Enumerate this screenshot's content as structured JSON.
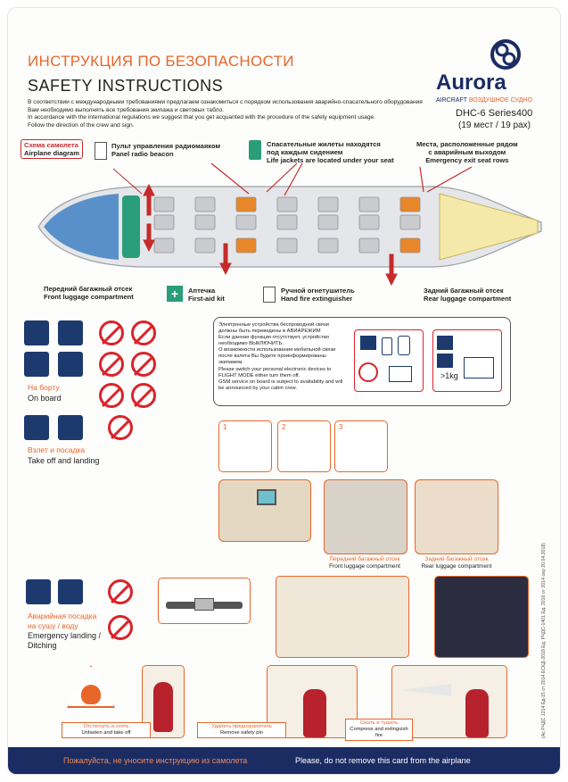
{
  "header": {
    "title_ru": "ИНСТРУКЦИЯ ПО БЕЗОПАСНОСТИ",
    "title_en": "SAFETY INSTRUCTIONS",
    "intro_ru_1": "В соответствии с международными требованиями предлагаем ознакомиться с порядком использования аварийно-спасательного оборудования",
    "intro_ru_2": "Вам необходимо выполнять все требования экипажа и световых табло.",
    "intro_en_1": "In accordance with the international regulations we suggest that you get acquanted with the procedure of the safety equipment usage.",
    "intro_en_2": "Follow the direction of the crew and sign."
  },
  "brand": {
    "name": "Aurora",
    "aircraft_en": "AIRCRAFT",
    "aircraft_ru": "ВОЗДУШНОЕ СУДНО",
    "model": "DHC-6 Series400",
    "seats": "(19 мест / 19 pax)"
  },
  "diagram": {
    "scheme_ru": "Схема самолета",
    "scheme_en": "Airplane diagram",
    "beacon_ru": "Пульт управления радиомаяком",
    "beacon_en": "Panel radio beacon",
    "vests_ru": "Спасательные жилеты находятся",
    "vests_ru2": "под каждым сидением",
    "vests_en": "Life jackets are located under your seat",
    "exit_ru": "Места, расположенные рядом",
    "exit_ru2": "с аварийным выходом",
    "exit_en": "Emergency exit seat rows",
    "front_lug_ru": "Передний багажный отсек",
    "front_lug_en": "Front luggage compartment",
    "firstaid_ru": "Аптечка",
    "firstaid_en": "First-aid kit",
    "extinguisher_ru": "Ручной огнетушитель",
    "extinguisher_en": "Hand fire extinguisher",
    "rear_lug_ru": "Задний багажный отсек",
    "rear_lug_en": "Rear luggage compartment"
  },
  "on_board": {
    "label_ru": "На борту",
    "label_en": "On board"
  },
  "takeoff": {
    "label_ru": "Взлет и посадка",
    "label_en": "Take off and landing"
  },
  "devices": {
    "text_ru_1": "Электронные устройства беспроводной связи должны быть переведены в АВИАРЕЖИМ",
    "text_ru_2": "Если данная функция отсутствует, устройство необходимо ВЫКЛЮЧИТЬ.",
    "text_ru_3": "О возможности использования мобильной связи после взлета Вы будете проинформированы экипажем.",
    "text_en_1": "Please switch your personal electronic devices to FLIGHT MODE either turn them off.",
    "text_en_2": "GSM service on board is subject to availability and will be announced by your cabin crew.",
    "weight_label": ">1kg"
  },
  "steps": [
    "1",
    "2",
    "3"
  ],
  "luggage": {
    "front_ru": "Передний багажный отсек",
    "front_en": "Front luggage compartment",
    "rear_ru": "Задний багажный отсек",
    "rear_en": "Rear luggage compartment"
  },
  "ditching": {
    "label_ru_1": "Аварийная посадка",
    "label_ru_2": "на сушу / воду",
    "label_en_1": "Emergency landing /",
    "label_en_2": "Ditching"
  },
  "fire": {
    "step1_ru": "Отстегнуть и снять",
    "step1_en": "Unfasten and take off",
    "step2_ru": "Удалить предохранитель",
    "step2_en": "Remove safety pin",
    "step3_ru": "Сжать и тушить",
    "step3_en": "Compress and extinguish fire"
  },
  "footer": {
    "ru": "Пожалуйста, не уносите инструкцию из самолета",
    "en": "Please, do not remove this card from the airplane"
  },
  "side_code": "(Ас РЧДС 1214 Ед-15 от 2014 ЕСКД-2018 Ед. РЧДС-1401 Ед. 2016 от 2014 сер 20.04.2018)",
  "colors": {
    "brand_navy": "#1b2c63",
    "accent_orange": "#e8662a",
    "warning_red": "#d9242a",
    "seat_grey": "#c9cbcf",
    "cabin_green": "#2a9d7a"
  }
}
